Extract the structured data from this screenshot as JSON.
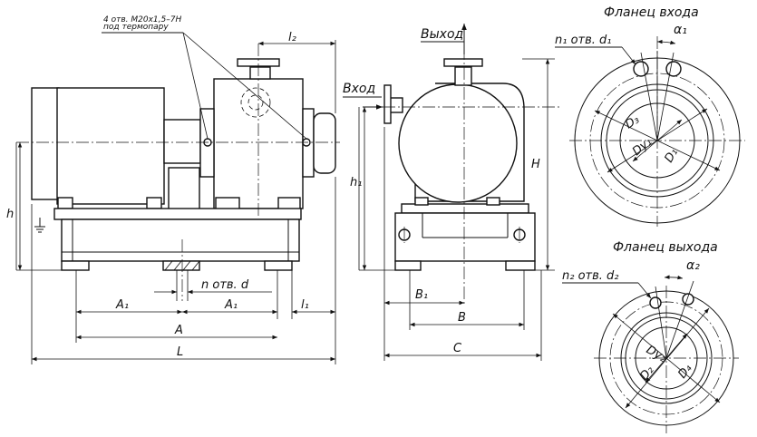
{
  "front_view": {
    "thermo_port_spec": "4 отв. М20х1,5–7Н",
    "thermo_port_purpose": "под термопару",
    "dims": {
      "l2": "l₂",
      "h": "h",
      "base_holes": "n отв. d",
      "a1": "A₁",
      "l1": "l₁",
      "a": "A",
      "l": "L"
    }
  },
  "side_view": {
    "outlet_label": "Выход",
    "inlet_label": "Вход",
    "dims": {
      "H": "H",
      "h1": "h₁",
      "b1": "B₁",
      "b": "B",
      "c": "C"
    }
  },
  "inlet_flange": {
    "title": "Фланец входа",
    "bolt_spec": "n₁ отв. d₁",
    "angle": "α₁",
    "d3": "D₃",
    "dy1": "Dy₁",
    "d1": "D₁"
  },
  "outlet_flange": {
    "title": "Фланец выхода",
    "bolt_spec": "n₂ отв. d₂",
    "angle": "α₂",
    "dy2": "Dy₂",
    "d2": "D₂",
    "d4": "D₄"
  }
}
